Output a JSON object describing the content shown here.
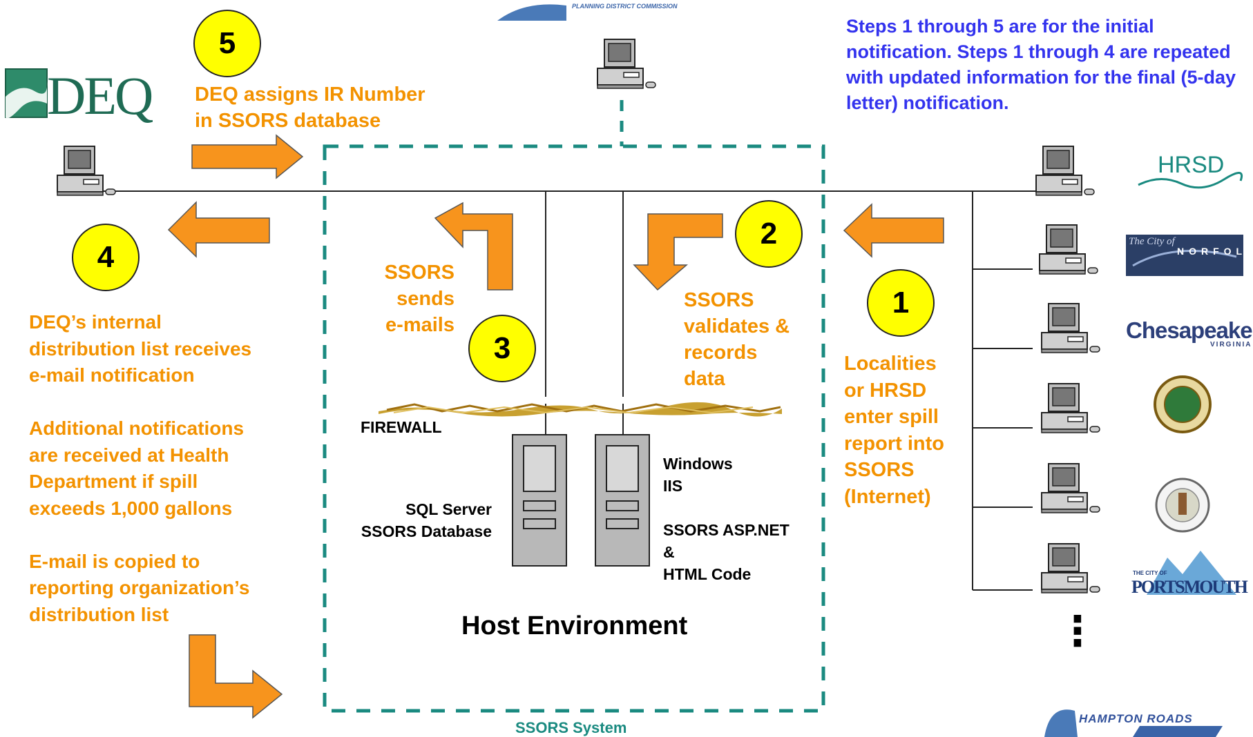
{
  "top_logo_text": "PLANNING DISTRICT COMMISSION",
  "notice": "Steps 1 through 5 are for the initial notification.  Steps 1 through 4 are repeated with updated information for the final (5-day letter) notification.",
  "deq_logo": "DEQ",
  "steps": {
    "s1": {
      "number": "1",
      "text": "Localities\nor HRSD\nenter spill\nreport into\nSSORS\n(Internet)"
    },
    "s2": {
      "number": "2",
      "text": "SSORS\nvalidates &\nrecords\ndata"
    },
    "s3": {
      "number": "3",
      "text": "SSORS\nsends\ne-mails"
    },
    "s4": {
      "number": "4",
      "text": "DEQ’s internal\ndistribution list receives\ne-mail notification\n\nAdditional notifications\nare received at Health\nDepartment if spill\nexceeds 1,000 gallons\n\nE-mail is copied to\nreporting organization’s\ndistribution list"
    },
    "s5": {
      "number": "5",
      "text": "DEQ assigns IR Number\nin SSORS database"
    }
  },
  "host": {
    "firewall": "FIREWALL",
    "db_server": "SQL Server\nSSORS Database",
    "web_server": "Windows\nIIS\n\nSSORS ASP.NET\n&\nHTML Code",
    "title": "Host Environment",
    "system_label": "SSORS System"
  },
  "localities": {
    "hrsd": "HRSD",
    "norfolk_script": "The City of",
    "norfolk": "NORFOLK",
    "chesapeake": "Chesapeake",
    "chesapeake_sub": "VIRGINIA",
    "portsmouth_small": "THE CITY OF",
    "portsmouth": "PORTSMOUTH",
    "more": "⋮"
  },
  "bottom_logo_text": "HAMPTON ROADS",
  "colors": {
    "arrow": "#f7941d",
    "circle": "#ffff00",
    "dashed": "#1a8a80",
    "step_text": "#f39200",
    "notice": "#3333ee"
  }
}
